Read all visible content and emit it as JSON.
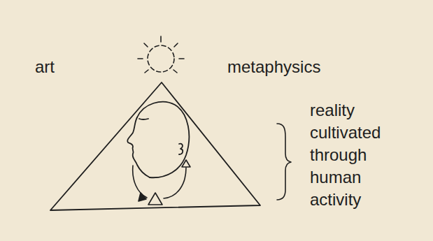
{
  "diagram": {
    "labels": [
      "art",
      "metaphysics",
      "reality cultivated through human activity"
    ]
  }
}
